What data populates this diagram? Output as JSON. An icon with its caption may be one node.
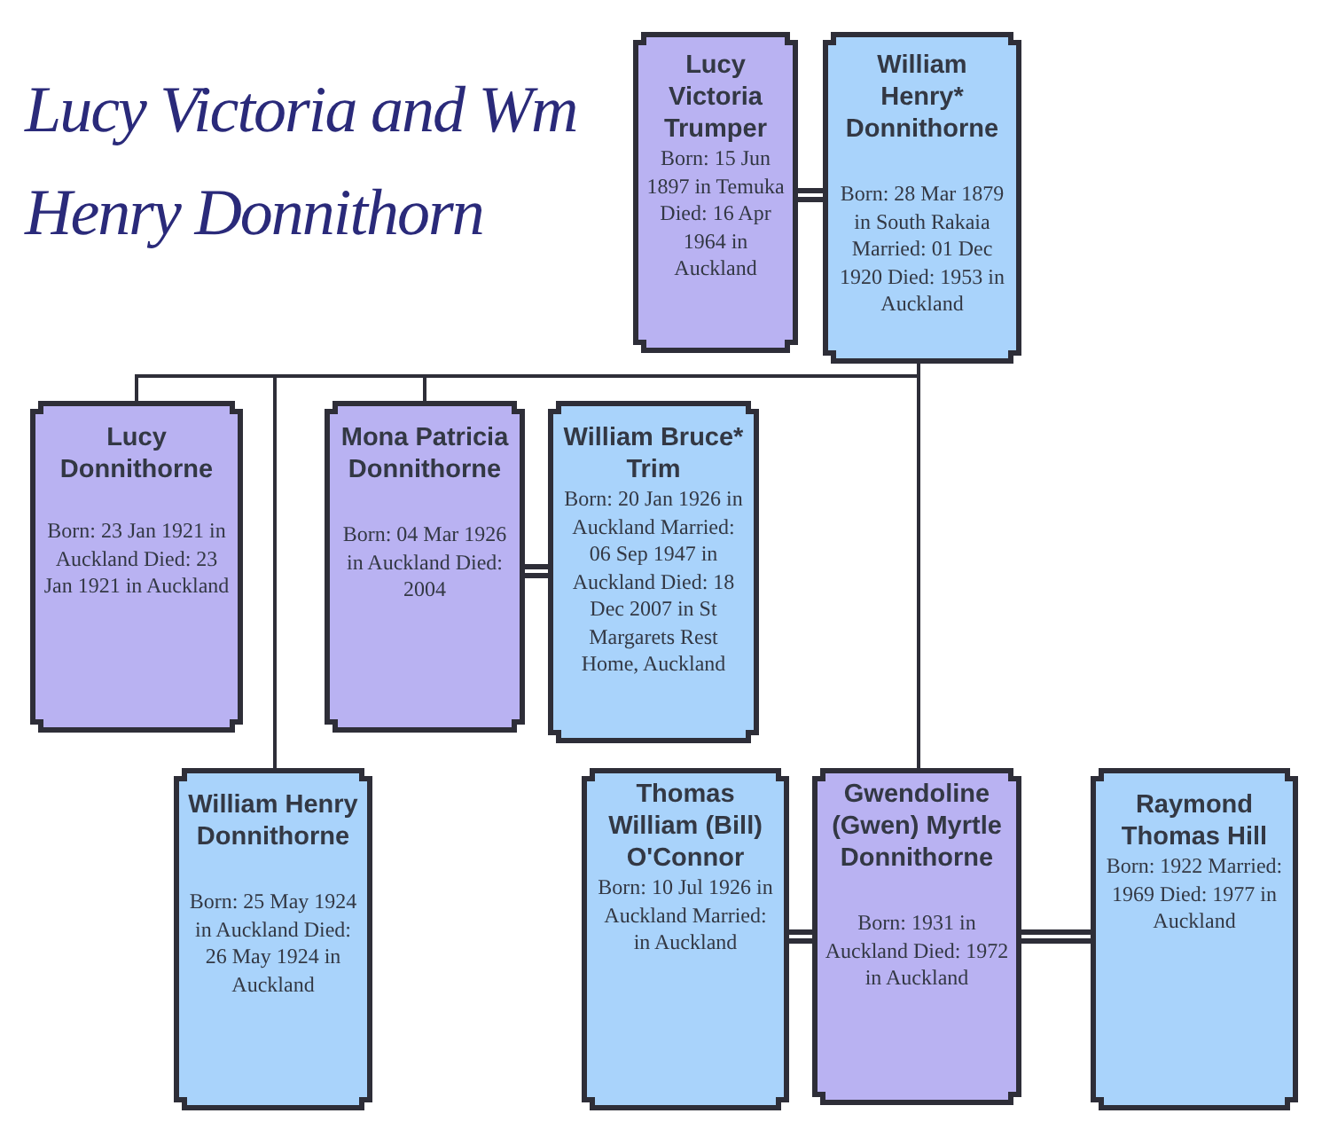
{
  "diagram": {
    "title": "Lucy Victoria and Wm Henry Donnithorn",
    "nodes": [
      {
        "text": [
          "Lucy Victoria Trumper",
          "Born: 15 Jun 1897 in Temuka Died: 16 Apr 1964 in Auckland"
        ]
      },
      {
        "text": [
          "William Henry* Donnithorne",
          "Born: 28 Mar 1879 in South Rakaia Married: 01 Dec 1920 Died: 1953 in Auckland"
        ]
      },
      {
        "text": [
          "Lucy Donnithorne",
          "Born: 23 Jan 1921 in Auckland Died: 23 Jan 1921 in Auckland"
        ]
      },
      {
        "text": [
          "Mona Patricia Donnithorne",
          "Born: 04 Mar 1926 in Auckland Died: 2004"
        ]
      },
      {
        "text": [
          "William Bruce* Trim",
          "Born: 20 Jan 1926 in Auckland Married: 06 Sep 1947 in Auckland Died: 18 Dec 2007 in St Margarets Rest Home, Auckland"
        ]
      },
      {
        "text": [
          "William Henry Donnithorne",
          "Born: 25 May 1924 in Auckland Died: 26 May 1924 in Auckland"
        ]
      },
      {
        "text": [
          "Thomas William (Bill) O'Connor",
          "Born: 10 Jul 1926 in Auckland Married: in Auckland"
        ]
      },
      {
        "text": [
          "Gwendoline (Gwen) Myrtle Donnithorne",
          "Born: 1931 in Auckland Died: 1972 in Auckland"
        ]
      },
      {
        "text": [
          "Raymond Thomas Hill",
          "Born: 1922 Married: 1969 Died: 1977 in Auckland"
        ]
      }
    ],
    "edges": [
      {
        "from": 0,
        "to": 1,
        "arrow": "none"
      },
      {
        "from": 3,
        "to": 4,
        "arrow": "none"
      },
      {
        "from": 6,
        "to": 7,
        "arrow": "none"
      },
      {
        "from": 7,
        "to": 8,
        "arrow": "none"
      },
      {
        "from": 1,
        "to": 2,
        "arrow": "none"
      },
      {
        "from": 1,
        "to": 5,
        "arrow": "none"
      },
      {
        "from": 1,
        "to": 3,
        "arrow": "none"
      },
      {
        "from": 1,
        "to": 7,
        "arrow": "none"
      }
    ]
  }
}
